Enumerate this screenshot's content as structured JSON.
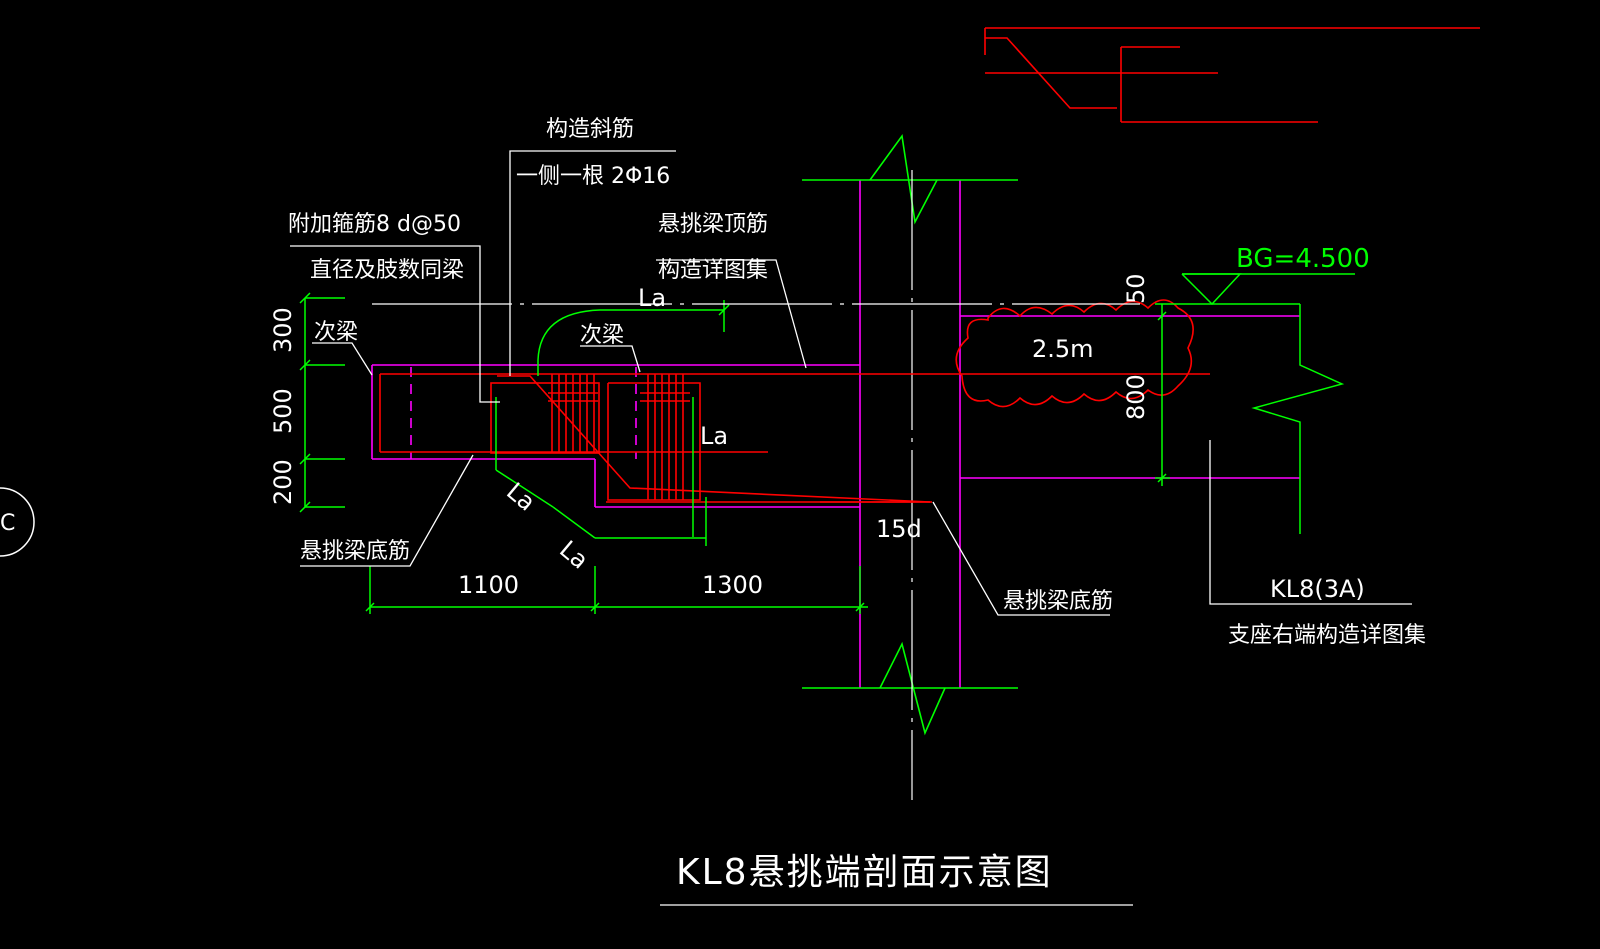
{
  "drawing": {
    "title": "KL8悬挑端剖面示意图",
    "labels": {
      "diag_rebar_1": "构造斜筋",
      "diag_rebar_2": "一侧一根 2Φ16",
      "extra_stirrup_1": "附加箍筋8 d@50",
      "extra_stirrup_2": "直径及肢数同梁",
      "top_rebar_1": "悬挑梁顶筋",
      "top_rebar_2": "构造详图集",
      "secondary_beam_left": "次梁",
      "secondary_beam_mid": "次梁",
      "cantilever_bottom_left": "悬挑梁底筋",
      "cantilever_bottom_right": "悬挑梁底筋",
      "beam_code": "KL8(3A)",
      "support_note": "支座右端构造详图集",
      "cloud_note": "2.5m",
      "elevation": "BG=4.500"
    },
    "dimensions": {
      "d300": "300",
      "d500": "500",
      "d200": "200",
      "d1100": "1100",
      "d1300": "1300",
      "d50": "50",
      "d800": "800",
      "d15d": "15d",
      "la_top": "La",
      "la_mid": "La",
      "la_diag1": "La",
      "la_diag2": "La"
    }
  },
  "colors": {
    "background": "#000000",
    "concrete_outline": "#ff00ff",
    "rebar": "#ff0000",
    "dimension": "#00ff00",
    "leader": "#ffffff"
  }
}
